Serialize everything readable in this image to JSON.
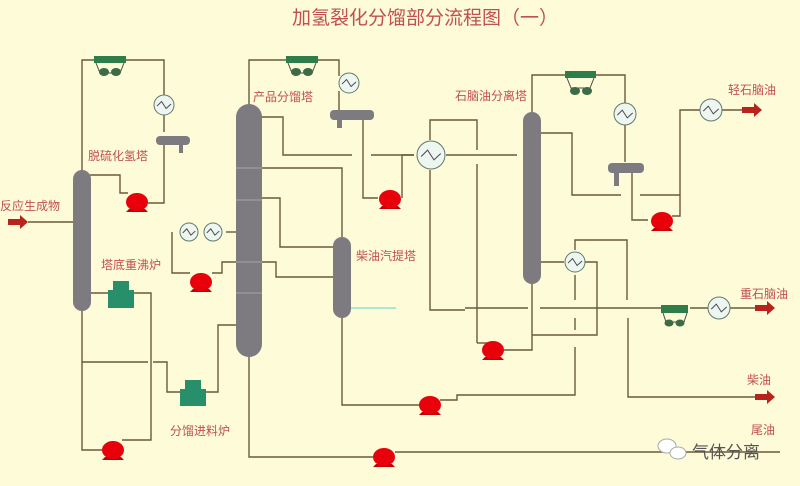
{
  "title": "加氢裂化分馏部分流程图（一）",
  "labels": {
    "feed": "反应生成物",
    "h2s_stripper": "脱硫化氢塔",
    "product_fractionator": "产品分馏塔",
    "naphtha_splitter": "石脑油分离塔",
    "reboiler_furnace": "塔底重沸炉",
    "diesel_stripper": "柴油汽提塔",
    "fractionator_feed_furnace": "分馏进料炉"
  },
  "products": {
    "light_naphtha": "轻石脑油",
    "heavy_naphtha": "重石脑油",
    "diesel": "柴油",
    "tail_oil": "尾油"
  },
  "watermark": {
    "icon": "wechat-icon",
    "text": "气体分离"
  },
  "colors": {
    "background": "#fdfbd8",
    "text": "#c0504d",
    "pipe": "#6b5a3a",
    "column": "#7d7b80",
    "pump": "#e8000b",
    "furnace": "#27906a",
    "cooler": "#2f7d4a",
    "arrow": "#b8241c"
  }
}
